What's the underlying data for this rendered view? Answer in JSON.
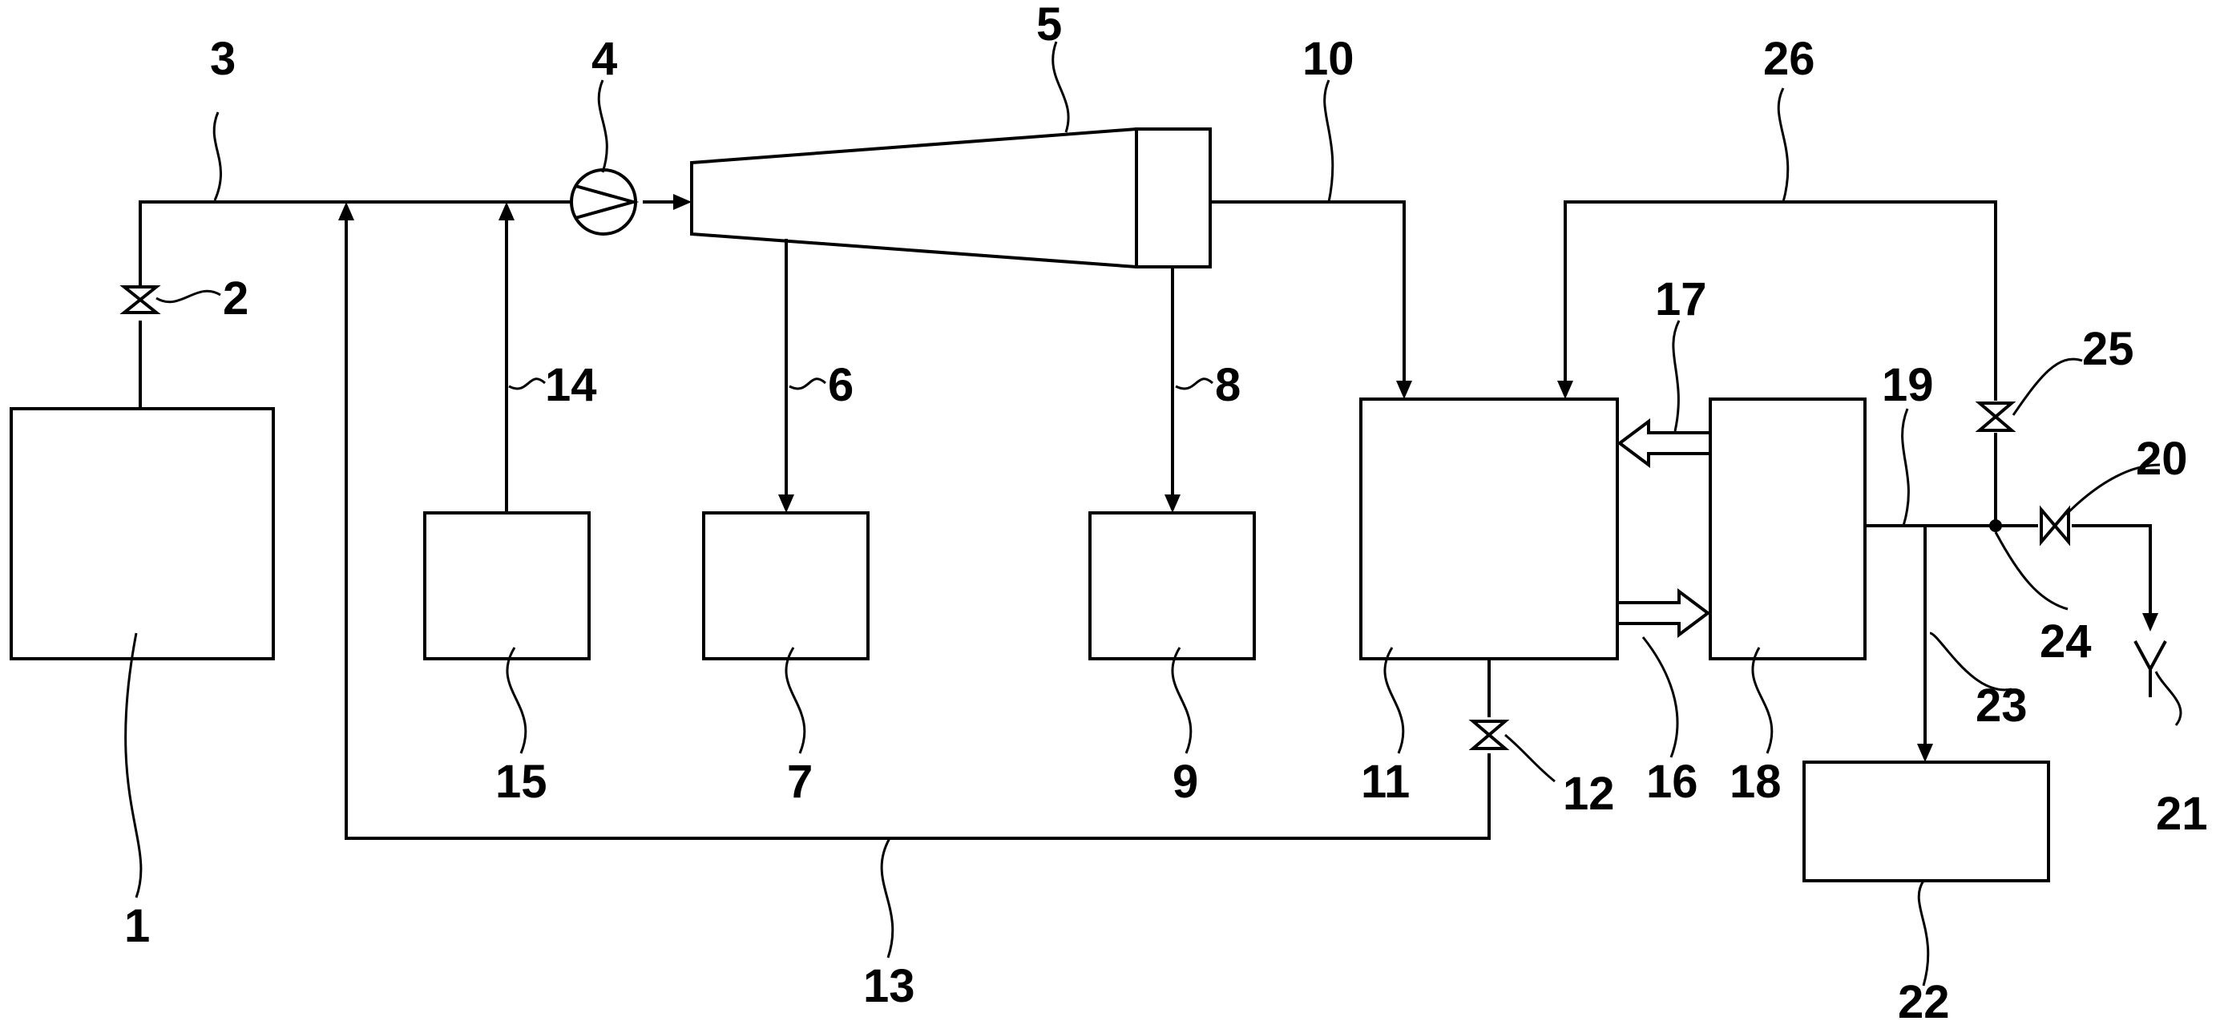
{
  "labels": {
    "l1": "1",
    "l2": "2",
    "l3": "3",
    "l4": "4",
    "l5": "5",
    "l6": "6",
    "l7": "7",
    "l8": "8",
    "l9": "9",
    "l10": "10",
    "l11": "11",
    "l12": "12",
    "l13": "13",
    "l14": "14",
    "l15": "15",
    "l16": "16",
    "l17": "17",
    "l18": "18",
    "l19": "19",
    "l20": "20",
    "l21": "21",
    "l22": "22",
    "l23": "23",
    "l24": "24",
    "l25": "25",
    "l26": "26"
  },
  "icons": {
    "pump": "pump-icon",
    "valve": "valve-icon",
    "outlet": "outlet-icon"
  }
}
